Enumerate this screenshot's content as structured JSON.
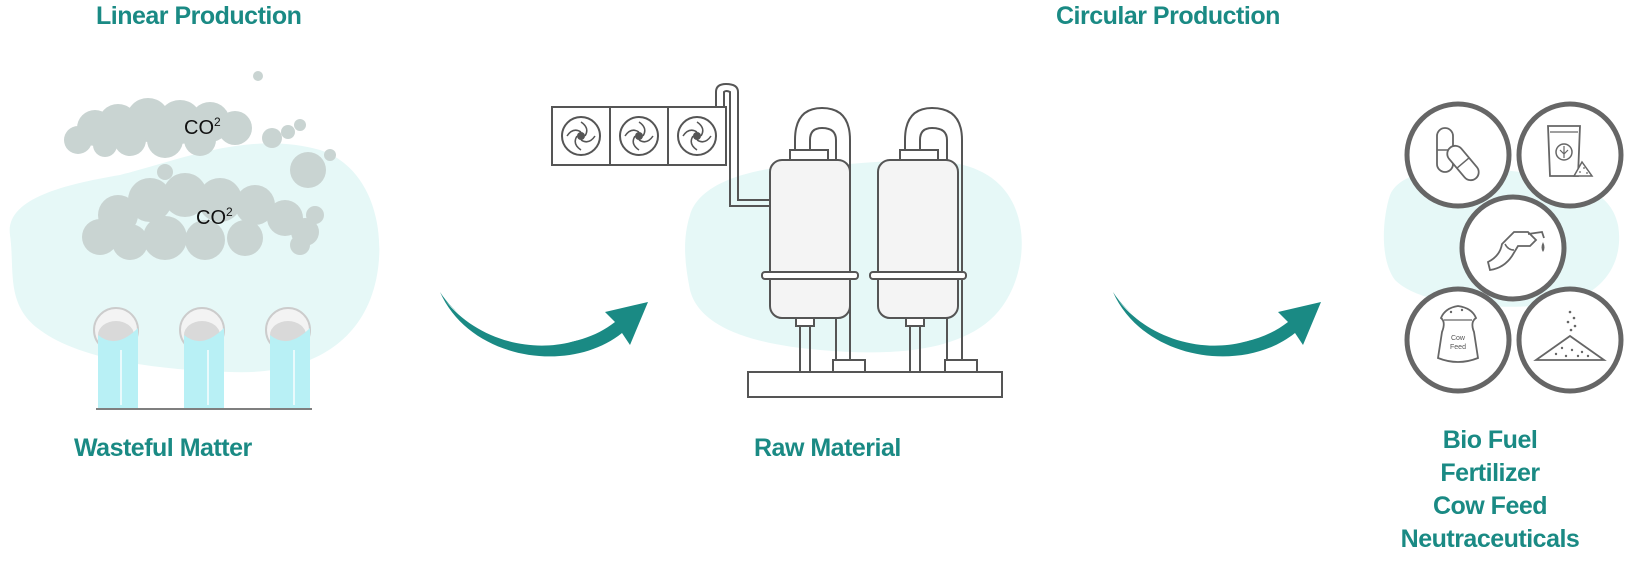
{
  "headings": {
    "linear": "Linear Production",
    "circular": "Circular Production"
  },
  "stages": {
    "waste": "Wasteful Matter",
    "raw": "Raw Material"
  },
  "smoke_labels": [
    "CO",
    "CO"
  ],
  "smoke_superscript": "2",
  "outputs": [
    "Bio Fuel",
    "Fertilizer",
    "Cow Feed",
    "Neutraceuticals"
  ],
  "icons": [
    "pills-icon",
    "fertilizer-bag-icon",
    "fuel-nozzle-icon",
    "cow-feed-sack-icon",
    "powder-pile-icon"
  ],
  "cow_feed_sack_text": [
    "Cow",
    "Feed"
  ],
  "colors": {
    "accent": "#1a8a84",
    "blob": "#e6f8f7",
    "smoke": "#c9d4d2",
    "water": "#b8f0f5",
    "line": "#555555"
  }
}
